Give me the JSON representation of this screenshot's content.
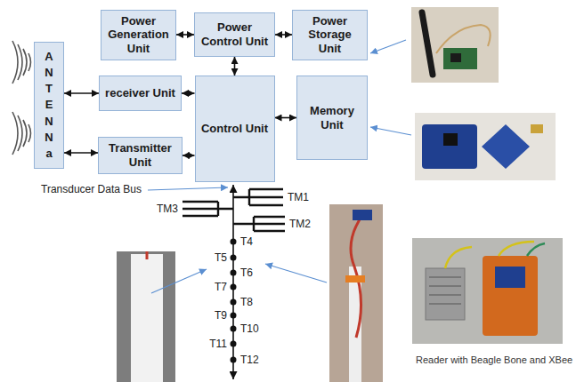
{
  "diagram": {
    "nodes": [
      {
        "text": [
          "Power Generation Unit"
        ]
      },
      {
        "text": [
          "Power Control Unit"
        ]
      },
      {
        "text": [
          "Power Storage Unit"
        ]
      },
      {
        "text": [
          "ANTENNa"
        ]
      },
      {
        "text": [
          "receiver Unit"
        ]
      },
      {
        "text": [
          "Control Unit"
        ]
      },
      {
        "text": [
          "Memory Unit"
        ]
      },
      {
        "text": [
          "Transmitter Unit"
        ]
      }
    ],
    "edges": [
      {
        "from": 0,
        "to": 1,
        "arrow": "both"
      },
      {
        "from": 1,
        "to": 2,
        "arrow": "both"
      },
      {
        "from": 1,
        "to": 5,
        "arrow": "both"
      },
      {
        "from": 3,
        "to": 4,
        "arrow": "both"
      },
      {
        "from": 4,
        "to": 5,
        "arrow": "both"
      },
      {
        "from": 3,
        "to": 7,
        "arrow": "both"
      },
      {
        "from": 7,
        "to": 5,
        "arrow": "both"
      },
      {
        "from": 5,
        "to": 6,
        "arrow": "both"
      }
    ],
    "labels": [
      "Transducer Data Bus",
      "TM1",
      "TM3",
      "TM2",
      "T4",
      "T5",
      "T6",
      "T7",
      "T8",
      "T9",
      "T10",
      "T11",
      "T12",
      "Reader with Beagle Bone and XBee"
    ]
  }
}
